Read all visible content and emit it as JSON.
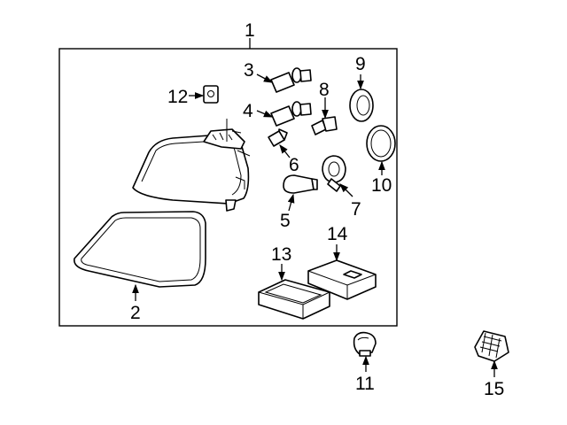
{
  "callouts": {
    "n1": "1",
    "n2": "2",
    "n3": "3",
    "n4": "4",
    "n5": "5",
    "n6": "6",
    "n7": "7",
    "n8": "8",
    "n9": "9",
    "n10": "10",
    "n11": "11",
    "n12": "12",
    "n13": "13",
    "n14": "14",
    "n15": "15"
  },
  "colors": {
    "line": "#000000",
    "background": "#ffffff"
  }
}
